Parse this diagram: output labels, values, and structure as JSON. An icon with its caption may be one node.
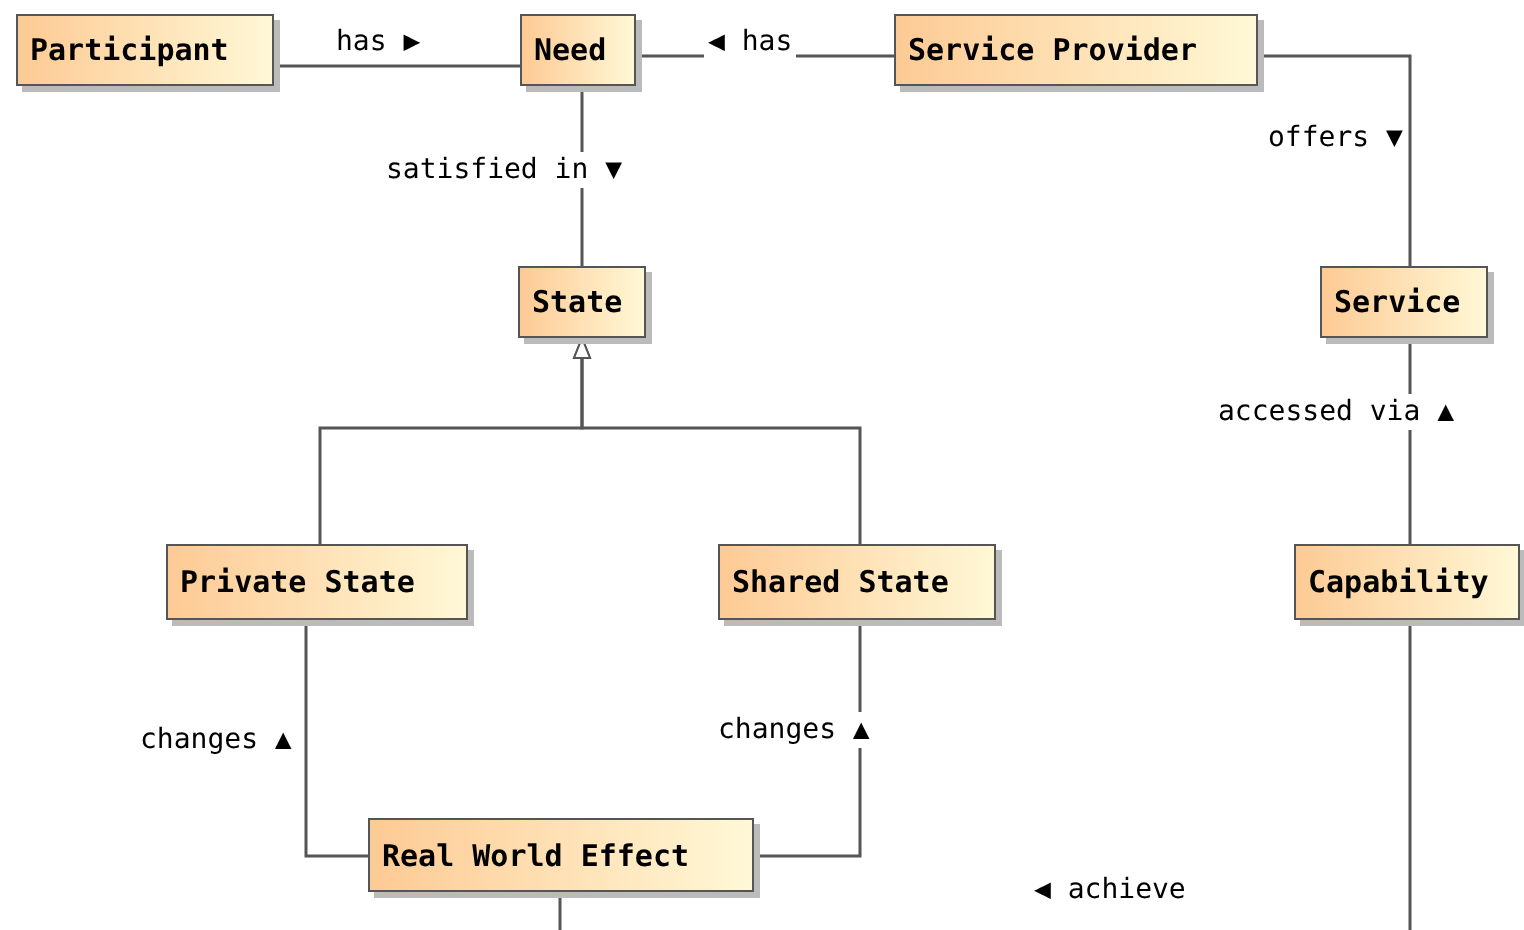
{
  "diagram": {
    "nodes": [
      {
        "text": [
          "Participant"
        ]
      },
      {
        "text": [
          "Need"
        ]
      },
      {
        "text": [
          "Service Provider"
        ]
      },
      {
        "text": [
          "State"
        ]
      },
      {
        "text": [
          "Service"
        ]
      },
      {
        "text": [
          "Private State"
        ]
      },
      {
        "text": [
          "Shared State"
        ]
      },
      {
        "text": [
          "Capability"
        ]
      },
      {
        "text": [
          "Real World Effect"
        ]
      }
    ],
    "edges": [
      {
        "from": 0,
        "to": 1,
        "arrow": "none",
        "label": "has ▶"
      },
      {
        "from": 2,
        "to": 1,
        "arrow": "none",
        "label": "◀ has"
      },
      {
        "from": 1,
        "to": 3,
        "arrow": "none",
        "label": "satisfied in ▼"
      },
      {
        "from": 2,
        "to": 4,
        "arrow": "none",
        "label": "offers ▼"
      },
      {
        "from": 4,
        "to": 7,
        "arrow": "none",
        "label": "accessed via ▲"
      },
      {
        "from": 5,
        "to": 3,
        "arrow": "to"
      },
      {
        "from": 6,
        "to": 3,
        "arrow": "to"
      },
      {
        "from": 8,
        "to": 5,
        "arrow": "none",
        "label": "changes ▲"
      },
      {
        "from": 8,
        "to": 6,
        "arrow": "none",
        "label": "changes ▲"
      },
      {
        "from": 7,
        "to": 8,
        "arrow": "none",
        "label": "◀ achieve"
      }
    ]
  }
}
